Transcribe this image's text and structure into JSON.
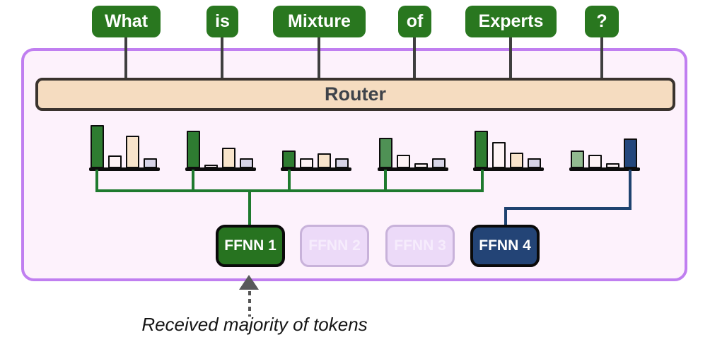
{
  "tokens": [
    {
      "label": "What"
    },
    {
      "label": "is"
    },
    {
      "label": "Mixture"
    },
    {
      "label": "of"
    },
    {
      "label": "Experts"
    },
    {
      "label": "?"
    }
  ],
  "router": {
    "label": "Router"
  },
  "experts": [
    {
      "label": "FFNN 1",
      "state": "active",
      "color": "#277320"
    },
    {
      "label": "FFNN 2",
      "state": "inactive",
      "color": "#ecdaf8"
    },
    {
      "label": "FFNN 3",
      "state": "inactive",
      "color": "#ecdaf8"
    },
    {
      "label": "FFNN 4",
      "state": "active",
      "color": "#234476"
    }
  ],
  "annotation": {
    "label": "Received majority of tokens",
    "target": "FFNN 1"
  },
  "colors": {
    "token_green": "#29771f",
    "container_border": "#c07ff0",
    "container_fill": "#fdf2fc",
    "router_fill": "#f5dcc0",
    "router_border": "#3a332e",
    "router_text": "#3f434a",
    "green_line": "#1e7a2e",
    "navy_line": "#1f4370",
    "stem_gray": "#3f3f3f",
    "arrow_gray": "#58595b",
    "bar_palette": {
      "dark-green": "#2e7c31",
      "mid-green": "#4f9155",
      "sage-green": "#92bb90",
      "white": "#fdf3f5",
      "peach": "#f8e4cb",
      "lavender": "#d7d4e7",
      "navy": "#24477c"
    }
  },
  "chart_data": {
    "type": "bar",
    "description": "Per-token router probability distribution over the four experts; bar heights are relative units read from the figure",
    "categories": [
      "FFNN 1",
      "FFNN 2",
      "FFNN 3",
      "FFNN 4"
    ],
    "series": [
      {
        "token": "What",
        "values": [
          61,
          18,
          46,
          14
        ],
        "bar_colors": [
          "dark-green",
          "white",
          "peach",
          "lavender"
        ],
        "routed_to": "FFNN 1"
      },
      {
        "token": "is",
        "values": [
          53,
          5,
          29,
          14
        ],
        "bar_colors": [
          "dark-green",
          "white",
          "peach",
          "lavender"
        ],
        "routed_to": "FFNN 1"
      },
      {
        "token": "Mixture",
        "values": [
          25,
          14,
          21,
          14
        ],
        "bar_colors": [
          "dark-green",
          "white",
          "peach",
          "lavender"
        ],
        "routed_to": "FFNN 1"
      },
      {
        "token": "of",
        "values": [
          43,
          19,
          7,
          14
        ],
        "bar_colors": [
          "mid-green",
          "white",
          "white",
          "lavender"
        ],
        "routed_to": "FFNN 1"
      },
      {
        "token": "Experts",
        "values": [
          53,
          37,
          22,
          14
        ],
        "bar_colors": [
          "dark-green",
          "white",
          "peach",
          "lavender"
        ],
        "routed_to": "FFNN 1"
      },
      {
        "token": "?",
        "values": [
          25,
          19,
          7,
          42
        ],
        "bar_colors": [
          "sage-green",
          "white",
          "white",
          "navy"
        ],
        "routed_to": "FFNN 4"
      }
    ],
    "legend": false,
    "axes": false
  }
}
